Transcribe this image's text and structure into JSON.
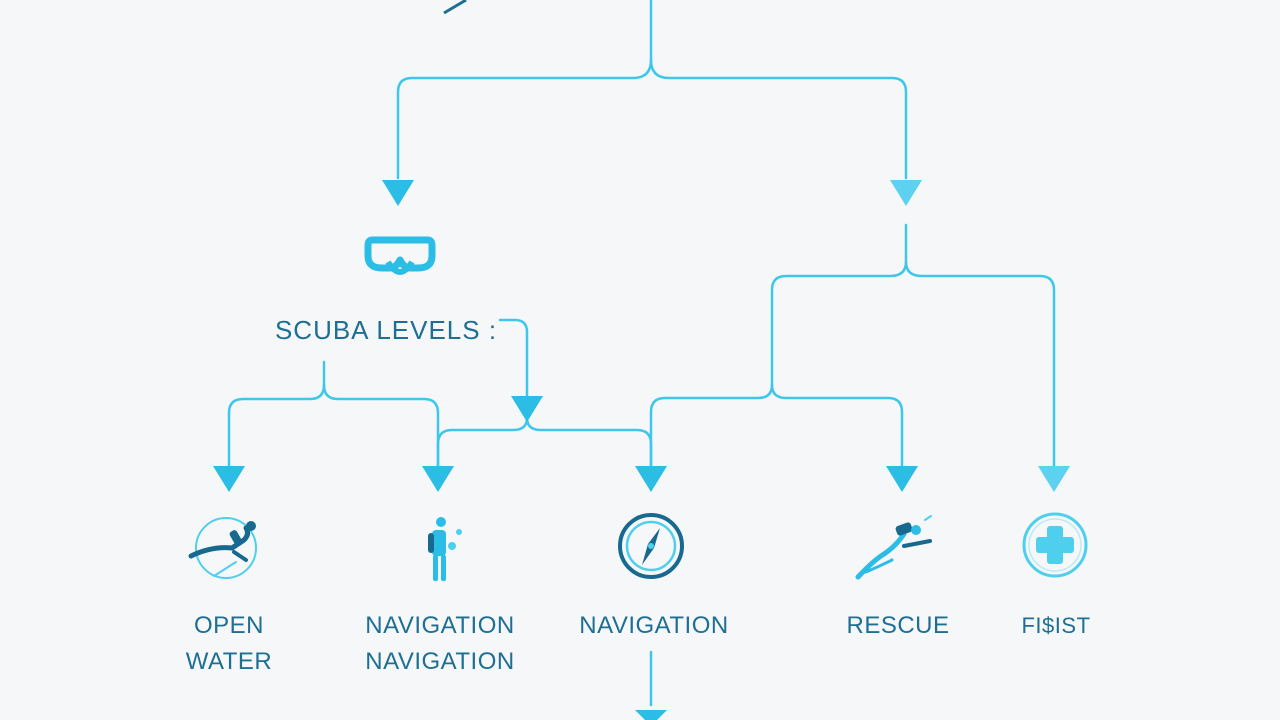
{
  "diagram": {
    "title": "SCUBA LEVELS :",
    "nodes": [
      {
        "id": "open-water",
        "lines": [
          "OPEN",
          "WATER"
        ],
        "icon": "diver-circle-icon"
      },
      {
        "id": "navigation-1",
        "lines": [
          "NAVIGATION",
          "NAVIGATION"
        ],
        "icon": "standing-diver-icon"
      },
      {
        "id": "navigation-2",
        "lines": [
          "NAVIGATION"
        ],
        "icon": "compass-icon"
      },
      {
        "id": "rescue",
        "lines": [
          "RESCUE"
        ],
        "icon": "rescue-diver-icon"
      },
      {
        "id": "first-aid",
        "lines": [
          "FI$IST"
        ],
        "icon": "medical-cross-icon"
      }
    ],
    "title_icon": "diving-mask-icon"
  },
  "colors": {
    "background": "#f6f7f8",
    "connector": "#3ec7ea",
    "arrow": "#2bbde6",
    "text": "#1d6f94",
    "icon_dark": "#17698f",
    "icon_light": "#4fcfee"
  }
}
